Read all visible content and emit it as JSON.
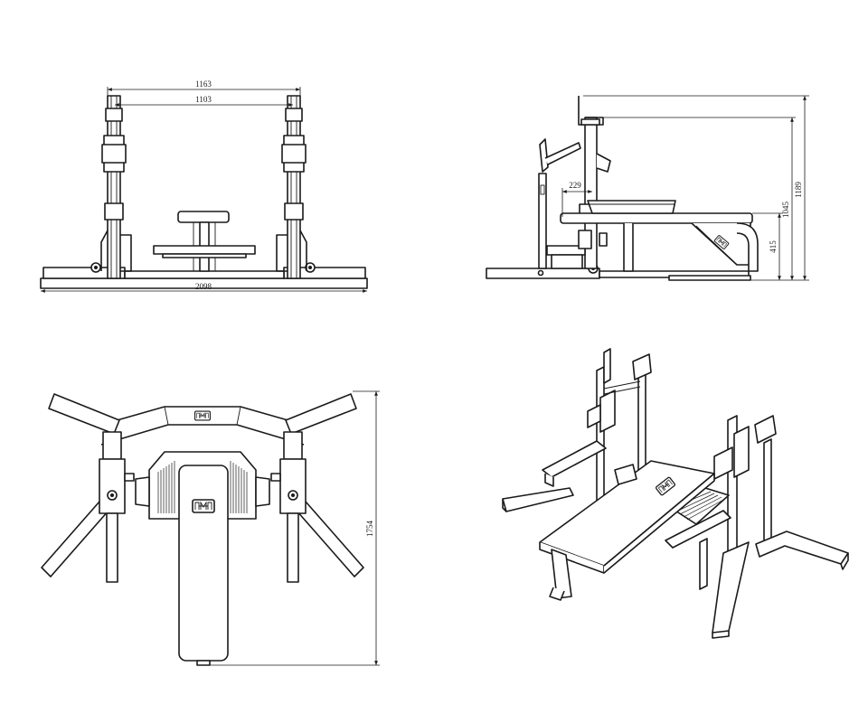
{
  "views": {
    "front": {
      "dims": {
        "outer_width": "1163",
        "inner_width": "1103",
        "base_width": "2098"
      }
    },
    "side": {
      "dims": {
        "total_height": "1189",
        "rack_height": "1045",
        "bench_height": "415",
        "spotter_offset": "229"
      }
    },
    "top": {
      "dims": {
        "depth": "1754"
      }
    },
    "isometric": {}
  },
  "colors": {
    "line": "#1a1a1a",
    "background": "#ffffff"
  },
  "logo": {
    "icon": "dumbbell-m-logo-icon"
  }
}
